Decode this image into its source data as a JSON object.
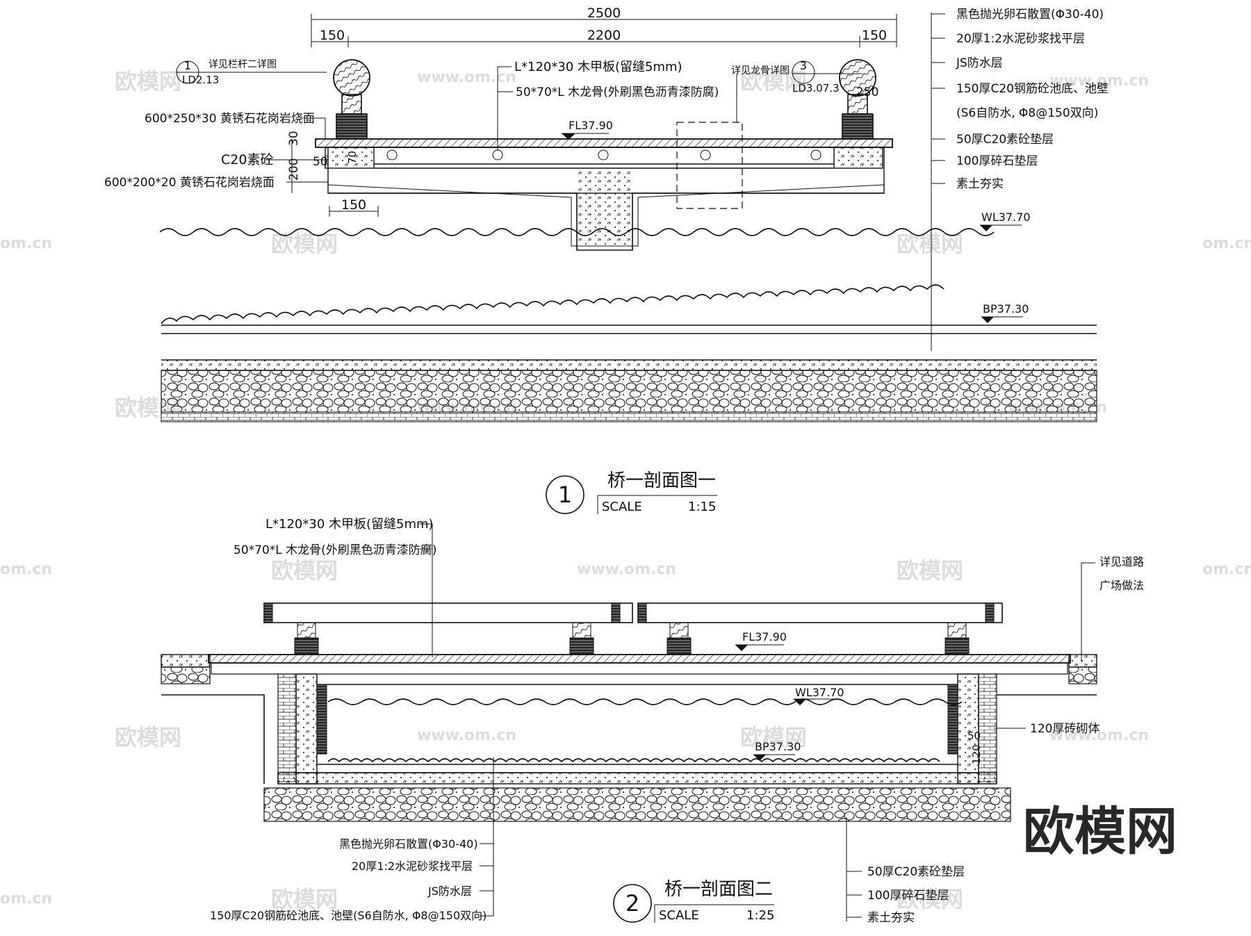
{
  "section1": {
    "dims": {
      "total": "2500",
      "middle": "2200",
      "left": "150",
      "right": "150",
      "bottom": "150",
      "h30": "30",
      "h200": "200",
      "h50": "50",
      "h70": "70",
      "h250": "250"
    },
    "detail_ref1": {
      "num": "1",
      "sheet": "LD2.13",
      "label": "详见栏杆二详图"
    },
    "detail_ref3": {
      "num": "3",
      "sheet": "LD3.07.3",
      "label": "详见龙骨详图"
    },
    "left_labels": [
      "600*250*30 黄锈石花岗岩烧面",
      "C20素砼",
      "600*200*20 黄锈石花岗岩烧面"
    ],
    "mid_labels": [
      "L*120*30 木甲板(留缝5mm)",
      "50*70*L 木龙骨(外刷黑色沥青漆防腐)"
    ],
    "right_labels": [
      "黑色抛光卵石散置(Φ30-40)",
      "20厚1:2水泥砂浆找平层",
      "JS防水层",
      "150厚C20钢筋砼池底、池壁",
      "(S6自防水, Φ8@150双向)",
      "50厚C20素砼垫层",
      "100厚碎石垫层",
      "素土夯实"
    ],
    "levels": {
      "fl": "FL37.90",
      "wl": "WL37.70",
      "bp": "BP37.30"
    },
    "title": {
      "num": "1",
      "name": "桥一剖面图一",
      "scale_label": "SCALE",
      "scale": "1:15"
    }
  },
  "section2": {
    "top_labels": [
      "L*120*30 木甲板(留缝5mm)",
      "50*70*L 木龙骨(外刷黑色沥青漆防腐)"
    ],
    "right_note": [
      "详见道路",
      "广场做法"
    ],
    "brick_label": "120厚砖砌体",
    "dims": {
      "d50": "50",
      "d120": "120"
    },
    "bottom_left_labels": [
      "黑色抛光卵石散置(Φ30-40)",
      "20厚1:2水泥砂浆找平层",
      "JS防水层",
      "150厚C20钢筋砼池底、池壁(S6自防水, Φ8@150双向)"
    ],
    "bottom_right_labels": [
      "50厚C20素砼垫层",
      "100厚碎石垫层",
      "素土夯实"
    ],
    "levels": {
      "fl": "FL37.90",
      "wl": "WL37.70",
      "bp": "BP37.30"
    },
    "title": {
      "num": "2",
      "name": "桥一剖面图二",
      "scale_label": "SCALE",
      "scale": "1:25"
    }
  },
  "watermark": {
    "brand": "欧模网",
    "url": "www.om.cn",
    "suffix": "om.cn"
  }
}
